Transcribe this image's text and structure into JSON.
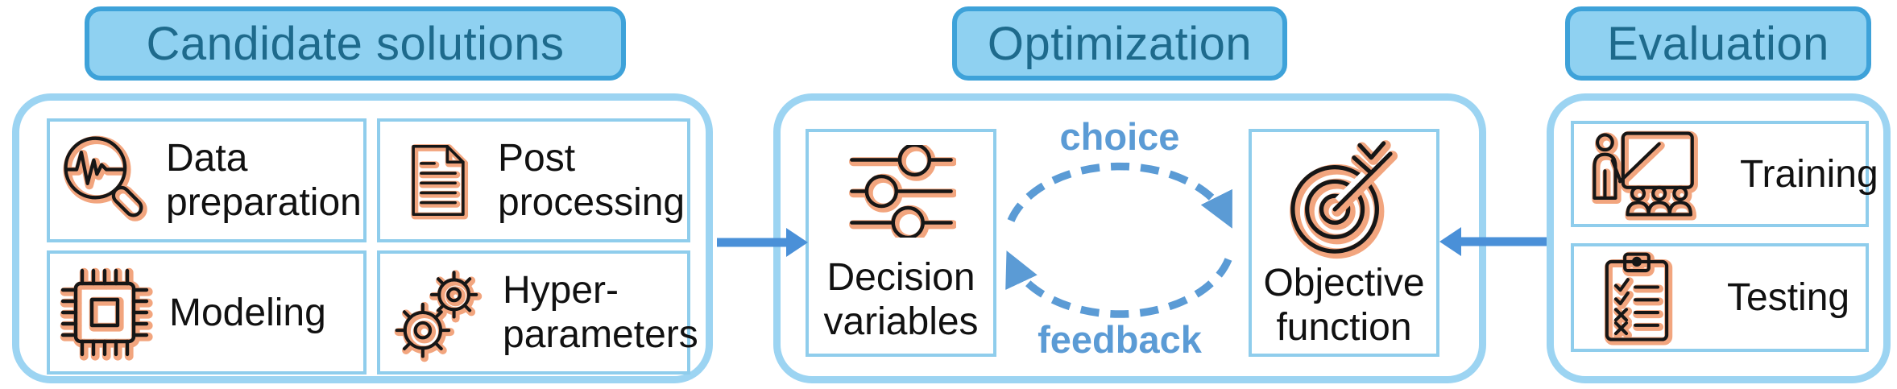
{
  "colors": {
    "header_fill": "#8FD1F1",
    "header_border": "#3EA2D9",
    "header_text": "#1E6A8C",
    "container_border": "#9CD4F2",
    "item_border": "#8FCDEC",
    "solid_arrow": "#4A90D8",
    "cycle_blue": "#5B9BD5",
    "icon_ink": "#161616",
    "icon_glow": "#F2A57E",
    "label_text": "#111111"
  },
  "sections": [
    {
      "title": "Candidate solutions",
      "items": [
        {
          "icon": "magnifier-waveform-icon",
          "lines": [
            "Data",
            "preparation"
          ]
        },
        {
          "icon": "document-icon",
          "lines": [
            "Post",
            "processing"
          ]
        },
        {
          "icon": "chip-icon",
          "lines": [
            "Modeling"
          ]
        },
        {
          "icon": "gears-icon",
          "lines": [
            "Hyper-",
            "parameters"
          ]
        }
      ]
    },
    {
      "title": "Optimization",
      "items": [
        {
          "icon": "sliders-icon",
          "lines": [
            "Decision",
            "variables"
          ]
        },
        {
          "icon": "target-icon",
          "lines": [
            "Objective",
            "function"
          ]
        }
      ],
      "cycle": {
        "top_label": "choice",
        "bottom_label": "feedback"
      }
    },
    {
      "title": "Evaluation",
      "items": [
        {
          "icon": "presenter-icon",
          "lines": [
            "Training"
          ]
        },
        {
          "icon": "clipboard-checklist-icon",
          "lines": [
            "Testing"
          ]
        }
      ]
    }
  ],
  "arrows": [
    {
      "name": "candidates-to-decision-variables-arrow"
    },
    {
      "name": "evaluation-to-objective-function-arrow"
    }
  ]
}
